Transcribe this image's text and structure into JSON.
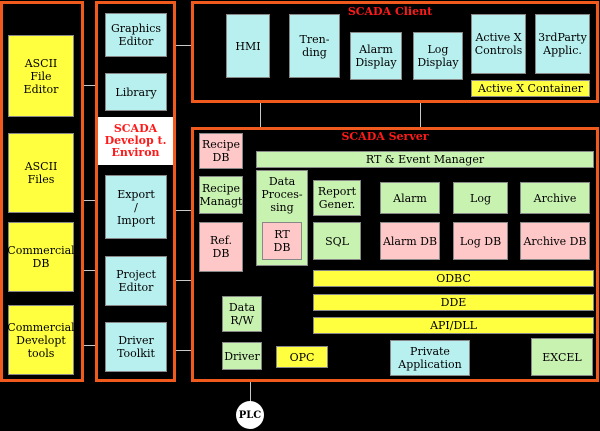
{
  "left_tools": [
    "ASCII\nFile\nEditor",
    "ASCII\nFiles",
    "Commercial\nDB",
    "Commercial\nDevelopt\ntools"
  ],
  "dev_env": {
    "items": [
      "Graphics\nEditor",
      "Library",
      "Export\n/\nImport",
      "Project\nEditor",
      "Driver\nToolkit"
    ],
    "title": "SCADA\nDevelop t.\nEnviron"
  },
  "client": {
    "title": "SCADA Client",
    "items": [
      "HMI",
      "Tren-\nding",
      "Alarm\nDisplay",
      "Log\nDisplay",
      "Active X\nControls",
      "3rdParty\nApplic."
    ],
    "container": "Active X Container"
  },
  "server": {
    "title": "SCADA Server",
    "recipe_db": "Recipe\nDB",
    "rt_event": "RT & Event Manager",
    "recipe_mgmt": "Recipe\nManagt",
    "data_processing": "Data\nProces-\nsing",
    "report": "Report\nGener.",
    "alarm": "Alarm",
    "log": "Log",
    "archive": "Archive",
    "ref_db": "Ref.\nDB",
    "rt_db": "RT\nDB",
    "sql": "SQL",
    "alarm_db": "Alarm DB",
    "log_db": "Log DB",
    "archive_db": "Archive DB",
    "odbc": "ODBC",
    "dde": "DDE",
    "api": "API/DLL",
    "data_rw": "Data\nR/W",
    "driver": "Driver",
    "opc": "OPC",
    "private_app": "Private\nApplication",
    "excel": "EXCEL"
  },
  "plc": "PLC"
}
